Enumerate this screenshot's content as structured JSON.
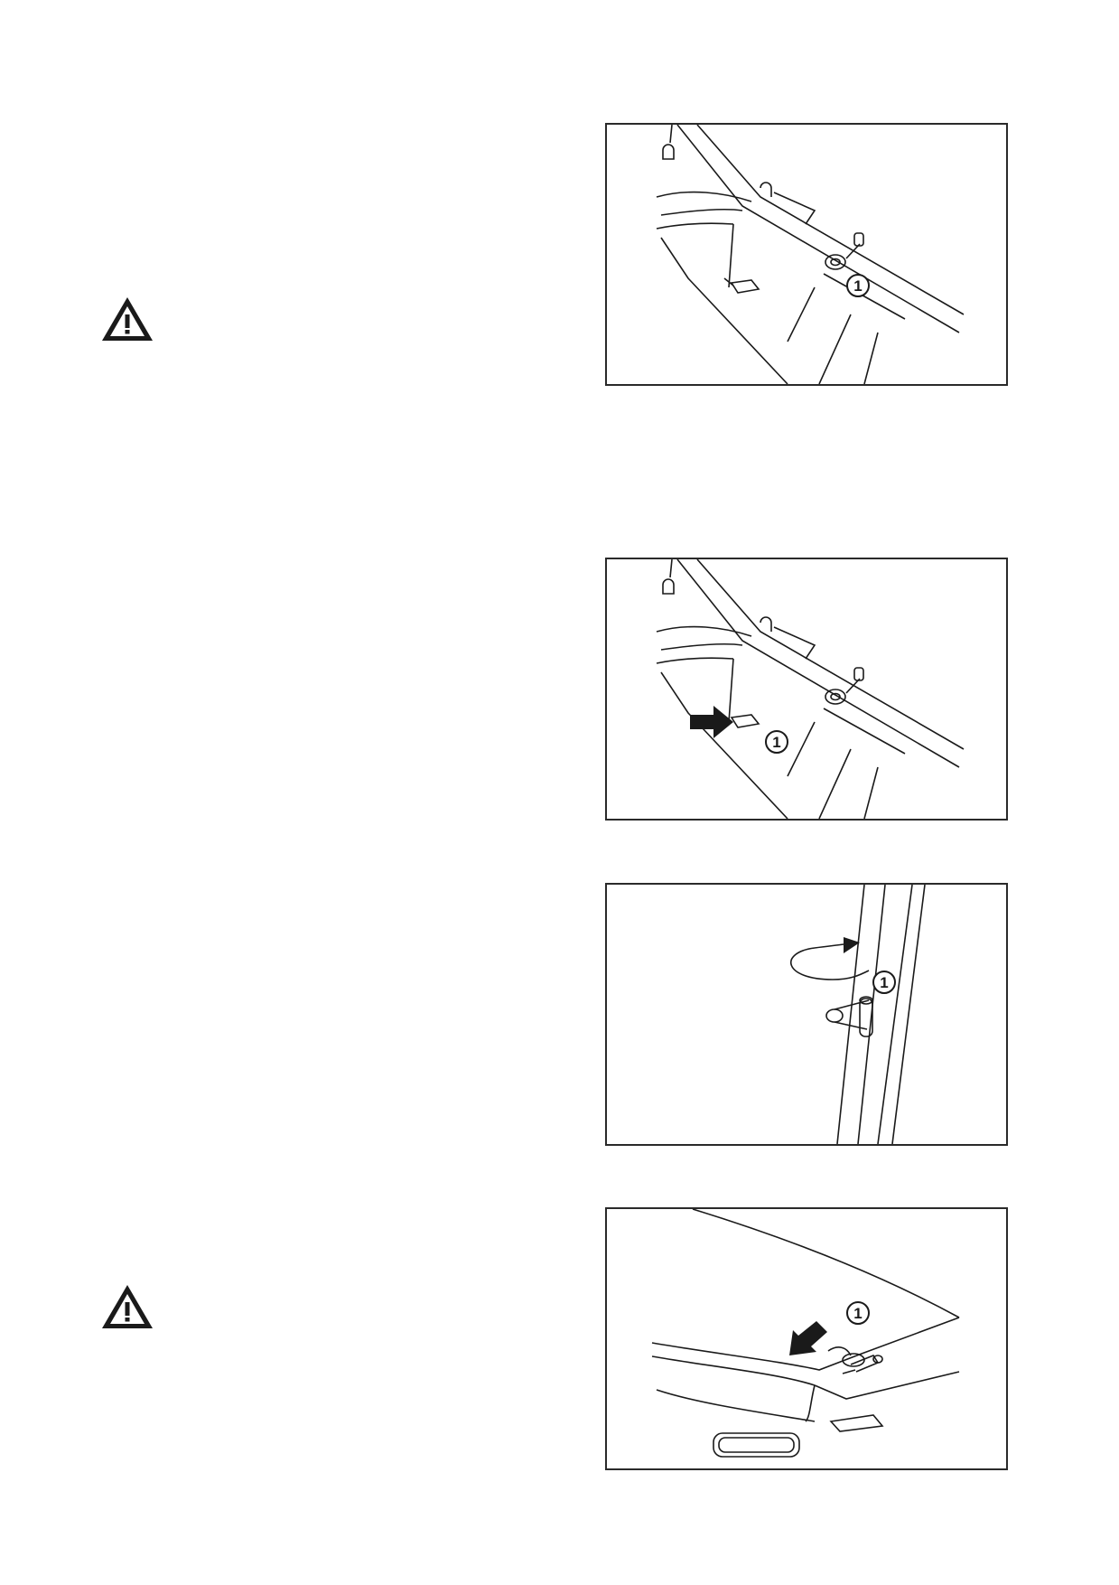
{
  "figures": [
    {
      "callout": "1"
    },
    {
      "callout": "1"
    },
    {
      "callout": "1"
    },
    {
      "callout": "1"
    }
  ]
}
